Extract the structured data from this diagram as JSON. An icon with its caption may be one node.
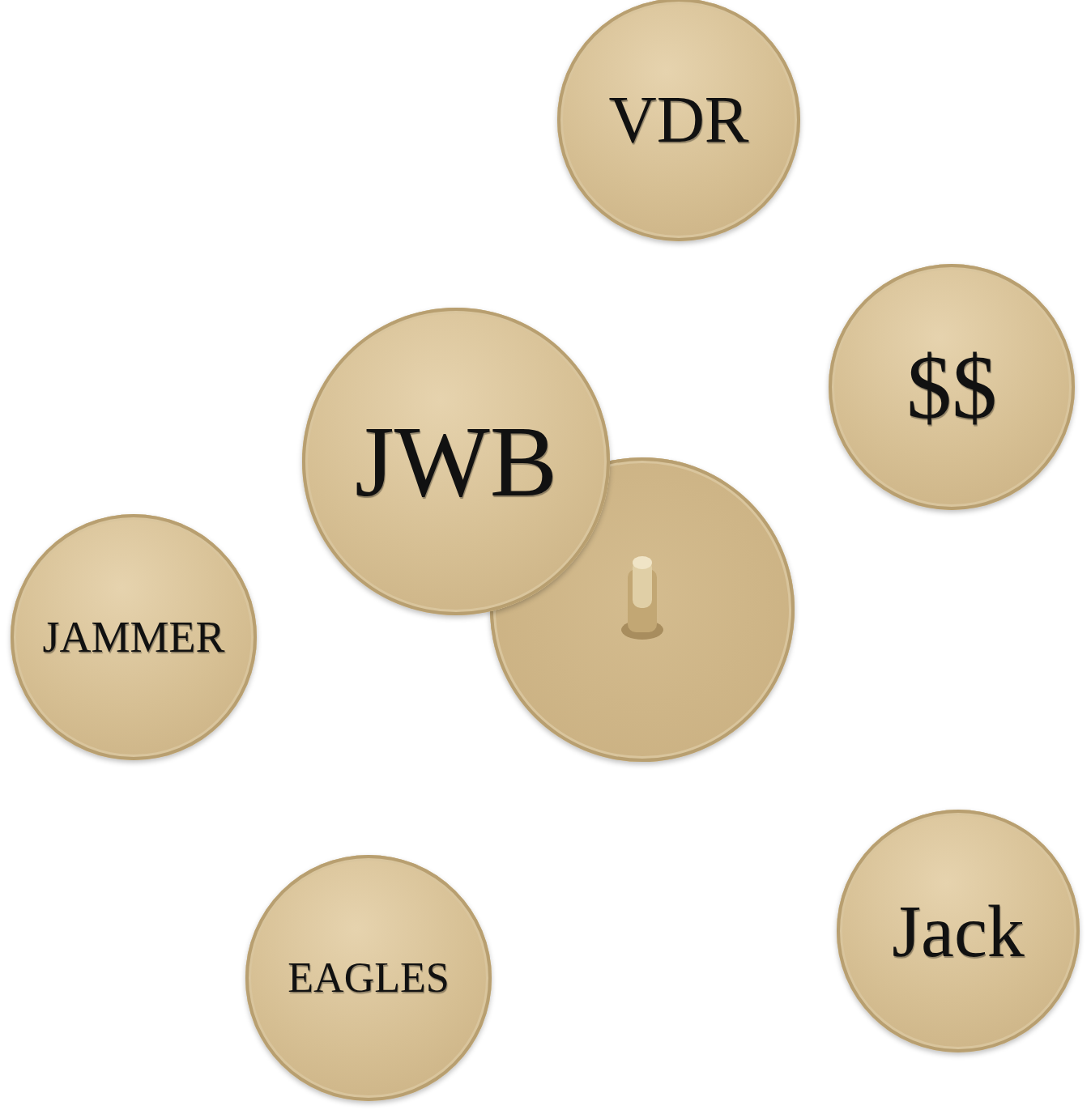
{
  "diagram": {
    "nodes": [
      {
        "text": [
          "VDR"
        ]
      },
      {
        "text": [
          "$$"
        ]
      },
      {
        "text": [
          "JWB"
        ]
      },
      {
        "text": [],
        "shape": "circle"
      },
      {
        "text": [
          "JAMMER"
        ]
      },
      {
        "text": [
          "Jack"
        ]
      },
      {
        "text": [
          "EAGLES"
        ]
      }
    ]
  }
}
